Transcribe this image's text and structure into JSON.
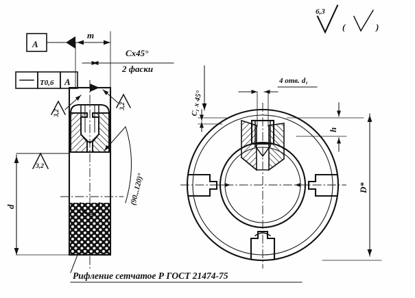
{
  "drawing": {
    "standard_note": "Рифление сетчатое Р ГОСТ 21474-75",
    "title_roughness": {
      "value": "6,3",
      "bracket_open": "(",
      "bracket_close": ")",
      "check_glyph": "√"
    },
    "datum": {
      "letter_top": "A",
      "tolerance_symbol": "—",
      "tolerance_value": "T0,6",
      "tolerance_datum": "A"
    },
    "dimensions": {
      "m": "m",
      "d": "d",
      "D": "D*",
      "h": "h",
      "chamfer_main": "Cx45°",
      "chamfer_main_note": "2 фаски",
      "chamfer_bore": "C₁ x 45°",
      "holes": "4 отв. d₁",
      "angle": "(90...120)°"
    },
    "roughness_marks": [
      {
        "value": "3,2",
        "position": "upper-left"
      },
      {
        "value": "3,2",
        "position": "upper-right"
      },
      {
        "value": "3,2",
        "position": "mid-left"
      }
    ],
    "colors": {
      "line": "#121212",
      "background": "#ffffff"
    }
  }
}
